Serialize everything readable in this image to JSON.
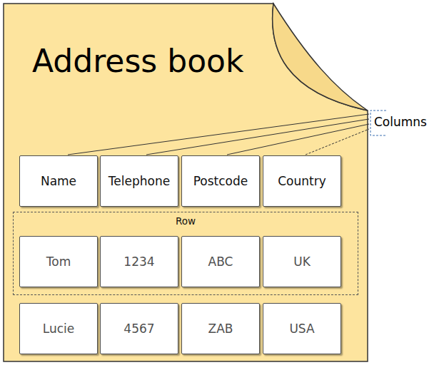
{
  "diagram": {
    "title": "Address book",
    "nodes": [
      {
        "text": [
          "Name"
        ]
      },
      {
        "text": [
          "Telephone"
        ]
      },
      {
        "text": [
          "Postcode"
        ]
      },
      {
        "text": [
          "Country"
        ]
      },
      {
        "text": [
          "Row"
        ]
      },
      {
        "text": [
          "Tom"
        ],
        "in": 4
      },
      {
        "text": [
          "1234"
        ],
        "in": 4
      },
      {
        "text": [
          "ABC"
        ],
        "in": 4
      },
      {
        "text": [
          "UK"
        ],
        "in": 4
      },
      {
        "text": [
          "Lucie"
        ]
      },
      {
        "text": [
          "4567"
        ]
      },
      {
        "text": [
          "ZAB"
        ]
      },
      {
        "text": [
          "USA"
        ]
      }
    ],
    "labels": [
      "Columns"
    ]
  }
}
